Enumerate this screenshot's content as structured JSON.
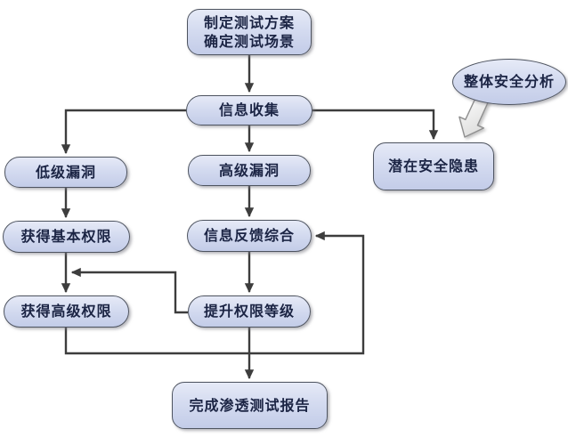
{
  "nodes": {
    "plan": {
      "line1": "制定测试方案",
      "line2": "确定测试场景"
    },
    "info_gathering": {
      "label": "信息收集"
    },
    "overall_analysis": {
      "label": "整体安全分析"
    },
    "potential_risk": {
      "label": "潜在安全隐患"
    },
    "low_vuln": {
      "label": "低级漏洞"
    },
    "high_vuln": {
      "label": "高级漏洞"
    },
    "basic_priv": {
      "label": "获得基本权限"
    },
    "feedback": {
      "label": "信息反馈综合"
    },
    "adv_priv": {
      "label": "获得高级权限"
    },
    "escalate": {
      "label": "提升权限等级"
    },
    "report": {
      "label": "完成渗透测试报告"
    }
  },
  "edges": [
    {
      "from": "plan",
      "to": "info_gathering"
    },
    {
      "from": "info_gathering",
      "to": "low_vuln"
    },
    {
      "from": "info_gathering",
      "to": "high_vuln"
    },
    {
      "from": "info_gathering",
      "to": "potential_risk"
    },
    {
      "from": "overall_analysis",
      "to": "potential_risk",
      "style": "block-arrow"
    },
    {
      "from": "low_vuln",
      "to": "basic_priv"
    },
    {
      "from": "high_vuln",
      "to": "feedback"
    },
    {
      "from": "basic_priv",
      "to": "adv_priv"
    },
    {
      "from": "feedback",
      "to": "escalate"
    },
    {
      "from": "escalate",
      "to": "adv_priv",
      "note": "merge-into-downflow"
    },
    {
      "from": "adv_priv",
      "to": "feedback",
      "note": "feedback-loop"
    },
    {
      "from": "escalate",
      "to": "report"
    }
  ],
  "colors": {
    "node_fill_top": "#e6eaf7",
    "node_fill_bottom": "#c3cce8",
    "node_border": "#4e5460",
    "edge": "#3d3d3d",
    "text": "#1b2444",
    "block_arrow_fill_top": "#ffffff",
    "block_arrow_fill_bottom": "#dededd",
    "block_arrow_border": "#8f8f8f",
    "background": "#ffffff"
  }
}
